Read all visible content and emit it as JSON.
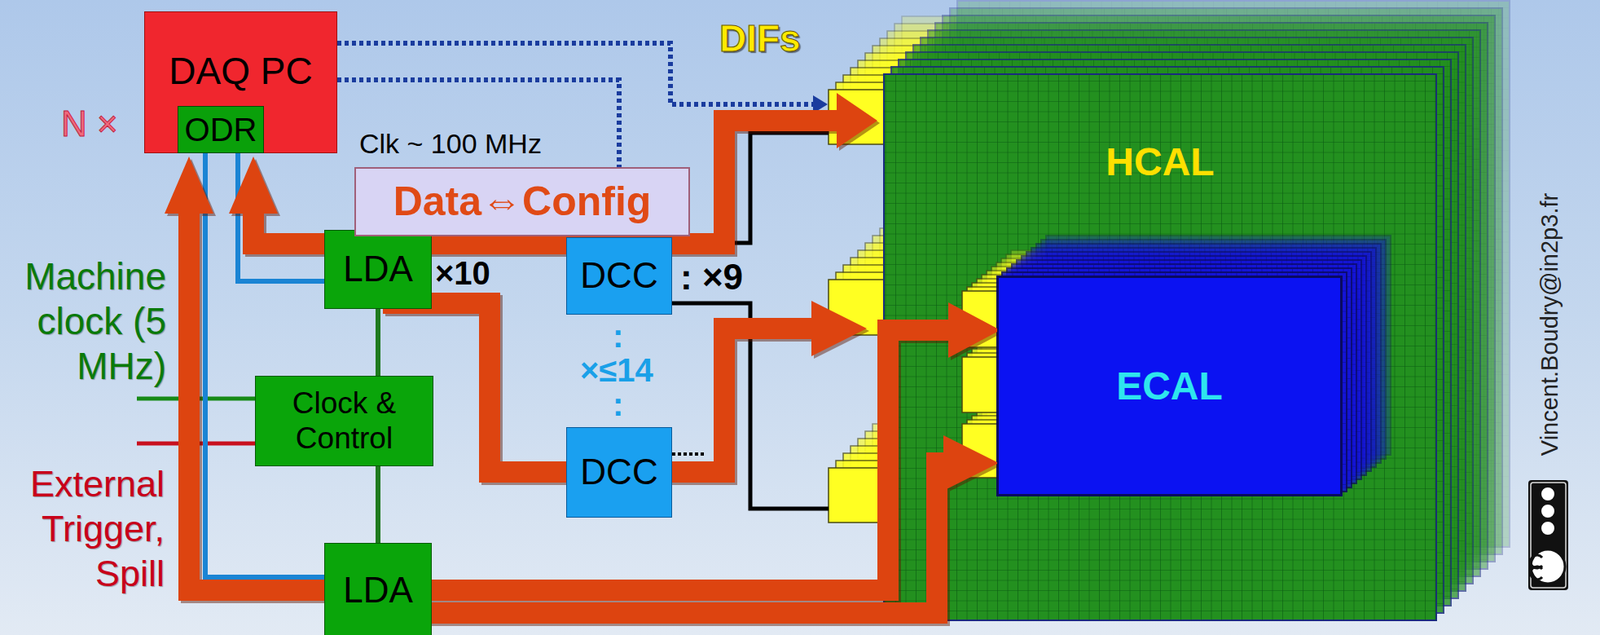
{
  "diagram": {
    "nodes": [
      {
        "text": [
          "DAQ PC"
        ]
      },
      {
        "text": [
          "ODR"
        ],
        "in": 0
      },
      {
        "text": [
          "Data⇔Config"
        ]
      },
      {
        "text": [
          "LDA"
        ]
      },
      {
        "text": [
          "DCC"
        ]
      },
      {
        "text": [
          "DCC"
        ]
      },
      {
        "text": [
          "Clock & Control"
        ]
      },
      {
        "text": [
          "LDA"
        ]
      },
      {
        "text": [
          "HCAL"
        ]
      },
      {
        "text": [
          "ECAL"
        ],
        "in": 8
      }
    ],
    "edges": [
      {
        "from": 0,
        "to": 2,
        "arrow": "none"
      },
      {
        "from": 1,
        "to": 3,
        "arrow": "none"
      },
      {
        "from": 1,
        "to": 7,
        "arrow": "none"
      },
      {
        "from": 3,
        "to": 6,
        "arrow": "none"
      },
      {
        "from": 6,
        "to": 7,
        "arrow": "none"
      },
      {
        "from": 3,
        "to": 4,
        "arrow": "none"
      }
    ],
    "labels": [
      "N ×",
      "DIFs",
      "Clk ~ 100 MHz",
      "×10",
      ": ×9",
      ":",
      "×≤14",
      ":",
      "Machine clock (5 MHz)",
      "External Trigger, Spill",
      "Vincent.Boudry@in2p3.fr"
    ]
  }
}
